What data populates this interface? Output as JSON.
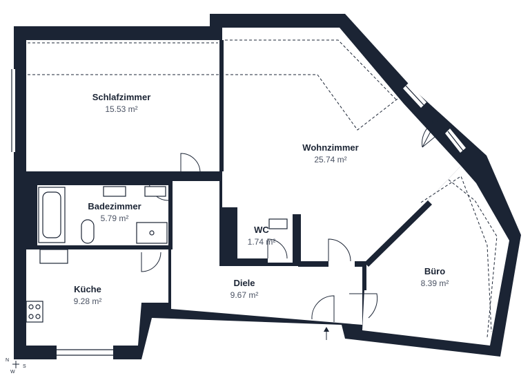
{
  "rooms": [
    {
      "name": "Schlafzimmer",
      "area": "15.53 m²"
    },
    {
      "name": "Wohnzimmer",
      "area": "25.74 m²"
    },
    {
      "name": "Badezimmer",
      "area": "5.79 m²"
    },
    {
      "name": "WC",
      "area": "1.74 m²"
    },
    {
      "name": "Küche",
      "area": "9.28 m²"
    },
    {
      "name": "Diele",
      "area": "9.67 m²"
    },
    {
      "name": "Büro",
      "area": "8.39 m²"
    }
  ],
  "compass": {
    "n": "N",
    "s": "S",
    "w": "W"
  },
  "colors": {
    "wall": "#1b2434",
    "floor": "#ffffff"
  }
}
